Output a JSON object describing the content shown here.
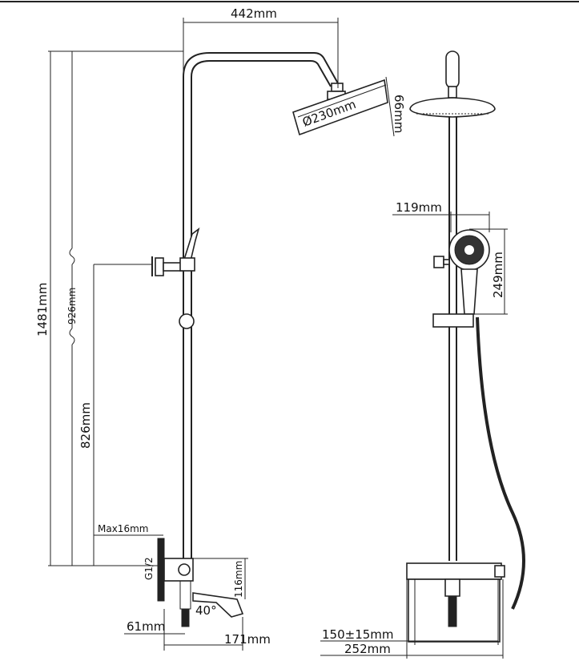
{
  "dimensions": {
    "width_top": "442mm",
    "height_total": "1481mm",
    "height_mid": "926mm",
    "height_low": "826mm",
    "head_diameter": "Ø230mm",
    "head_thickness": "66mm",
    "hand_offset": "119mm",
    "hand_height": "249mm",
    "max_wall": "Max16mm",
    "thread": "G1/2",
    "spout_height": "116mm",
    "angle": "40°",
    "spout_depth": "61mm",
    "spout_length": "171mm",
    "centers": "150±15mm",
    "body_width": "252mm"
  }
}
